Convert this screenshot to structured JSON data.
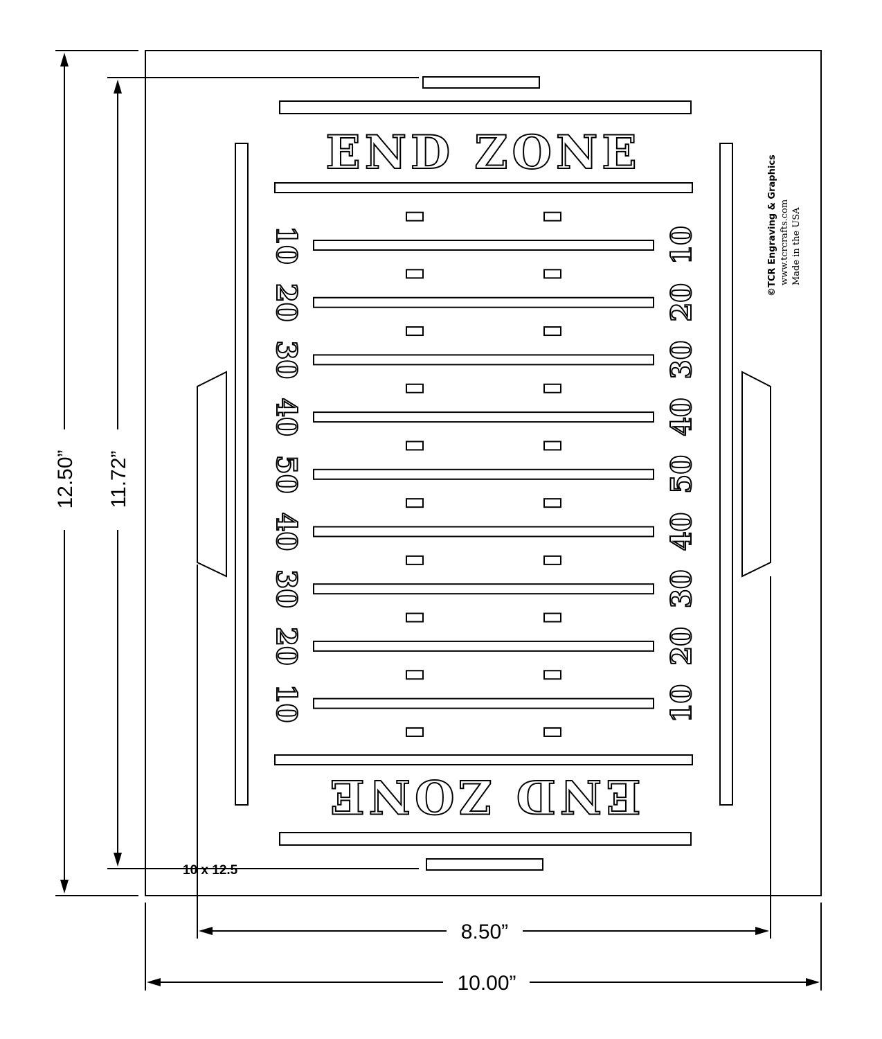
{
  "dimensions": {
    "outer_height": "12.50”",
    "inner_height": "11.72”",
    "inner_width": "8.50”",
    "outer_width": "10.00”",
    "size_note": "10 x 12.5"
  },
  "field": {
    "end_zone_top": "END ZONE",
    "end_zone_bottom": "END ZONE",
    "yard_numbers": [
      "10",
      "20",
      "30",
      "40",
      "50",
      "40",
      "30",
      "20",
      "10"
    ]
  },
  "credit": {
    "company": "©TCR Engraving & Graphics",
    "website": "www.tcrcrafts.com",
    "origin": "Made in the USA"
  }
}
